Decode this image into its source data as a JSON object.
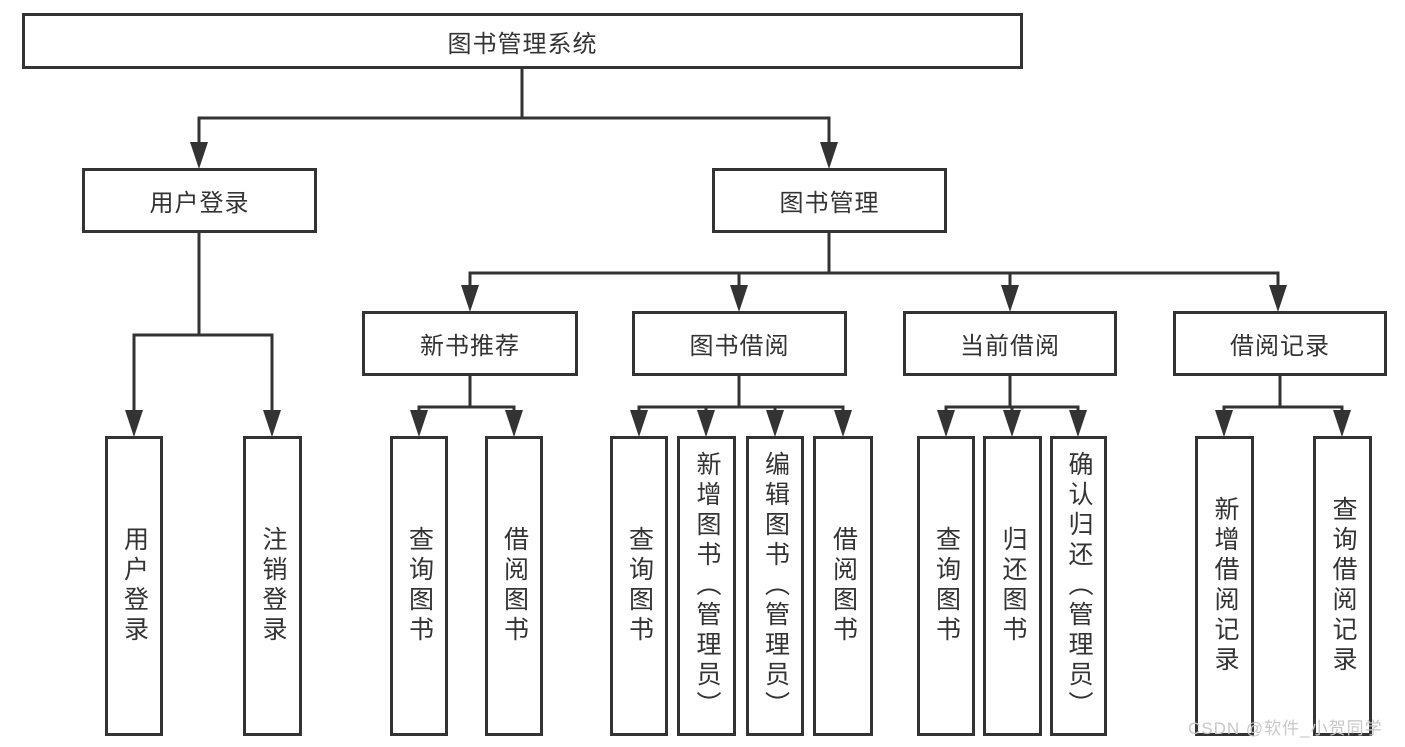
{
  "nodes": {
    "root": "图书管理系统",
    "branches": [
      "用户登录",
      "图书管理"
    ],
    "modules": [
      "新书推荐",
      "图书借阅",
      "当前借阅",
      "借阅记录"
    ],
    "leaves": [
      "用户登录",
      "注销登录",
      "查询图书",
      "借阅图书",
      "查询图书",
      "新增图书（管理员）",
      "编辑图书（管理员）",
      "借阅图书",
      "查询图书",
      "归还图书",
      "确认归还（管理员）",
      "新增借阅记录",
      "查询借阅记录"
    ]
  },
  "watermark": "CSDN @软件_小贺同学",
  "colors": {
    "line": "#333333",
    "text": "#333333",
    "watermark": "#c8c8c8",
    "background": "#ffffff"
  }
}
